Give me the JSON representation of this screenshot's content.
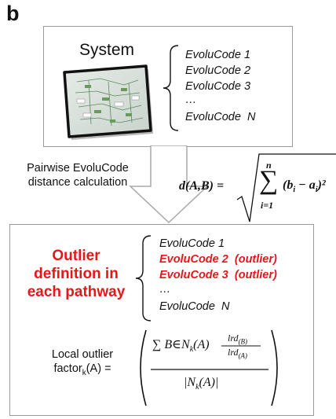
{
  "panel_label": "b",
  "system_box": {
    "title": "System",
    "codes": [
      "EvoluCode 1",
      "EvoluCode 2",
      "EvoluCode 3",
      "…",
      "EvoluCode  N"
    ]
  },
  "step": {
    "caption_line1": "Pairwise EvoluCode",
    "caption_line2": "distance calculation",
    "formula_lhs": "d(A,B) =",
    "sum_upper": "n",
    "sum_lower": "i=1",
    "sum_symbol": "∑",
    "sum_term": "(b",
    "sub_i1": "i",
    "minus": "− a",
    "sub_i2": "i",
    "close_sq": ")²"
  },
  "outlier_box": {
    "heading_lines": [
      "Outlier",
      "definition in",
      "each pathway"
    ],
    "codes": [
      {
        "text": "EvoluCode 1",
        "outlier": false
      },
      {
        "text": "EvoluCode 2  (outlier)",
        "outlier": true
      },
      {
        "text": "EvoluCode 3  (outlier)",
        "outlier": true
      },
      {
        "text": "…",
        "outlier": false
      },
      {
        "text": "EvoluCode  N",
        "outlier": false
      }
    ],
    "lof_label_line1": "Local outlier",
    "lof_label_line2_prefix": "factor",
    "lof_label_sub": "k",
    "lof_label_line2_suffix": "(A) =",
    "lof_numerator": "∑ B∈N",
    "lof_num_sub": "k",
    "lof_num_arg": "(A)",
    "lof_frac_top": "lrd",
    "lof_frac_top_sub": "(B)",
    "lof_frac_bot": "lrd",
    "lof_frac_bot_sub": "(A)",
    "lof_denominator": "|N",
    "lof_den_sub": "k",
    "lof_den_arg": "(A)|"
  },
  "colors": {
    "border": "#9a9a9a",
    "outlier_red": "#e8161b",
    "arrow": "#a8a8a8"
  }
}
